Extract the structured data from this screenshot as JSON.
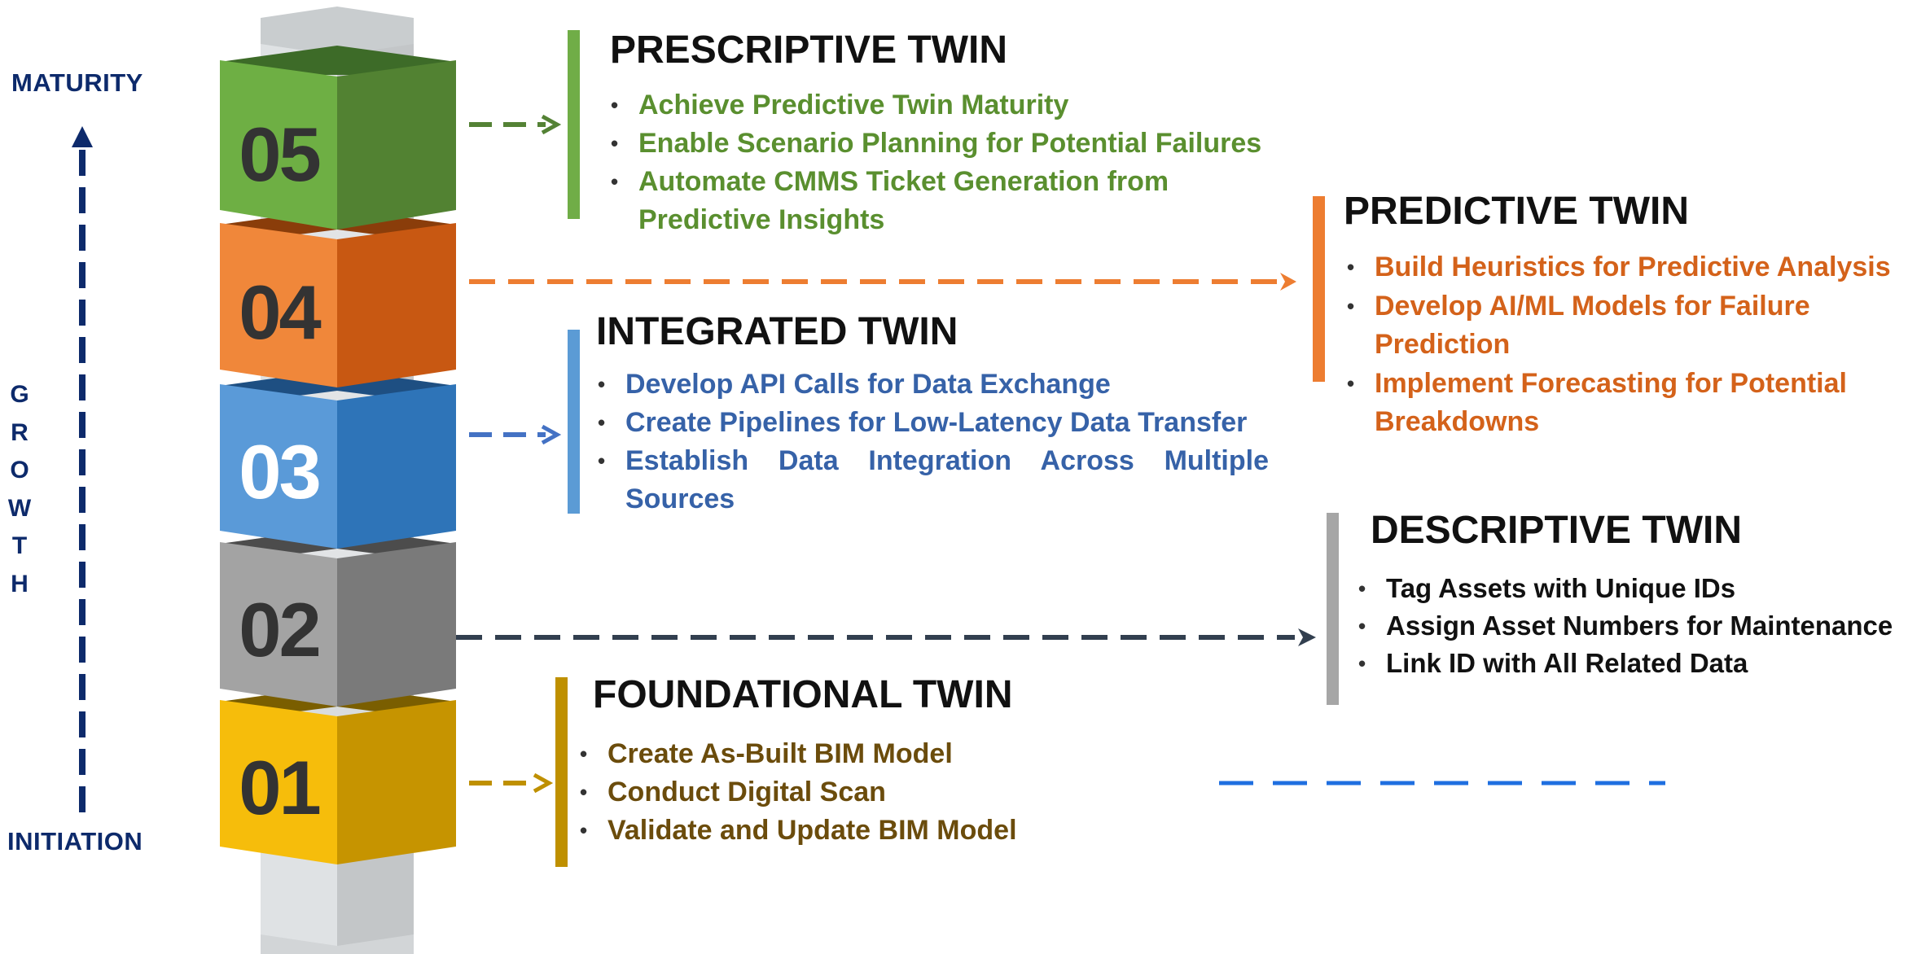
{
  "axis": {
    "top_label": "MATURITY",
    "bottom_label": "INITIATION",
    "growth_letters": [
      "G",
      "R",
      "O",
      "W",
      "T",
      "H"
    ]
  },
  "steps": [
    {
      "number": "05",
      "title": "PRESCRIPTIVE TWIN",
      "color": "#5a9a3c",
      "text_color": "#5a8f2f",
      "items": [
        "Achieve Predictive Twin Maturity",
        "Enable Scenario Planning for Potential Failures",
        "Automate CMMS Ticket Generation from Predictive Insights"
      ]
    },
    {
      "number": "04",
      "title": "PREDICTIVE TWIN",
      "color": "#e97c2e",
      "text_color": "#d4621a",
      "items": [
        "Build Heuristics for Predictive Analysis",
        "Develop AI/ML Models for Failure Prediction",
        "Implement Forecasting for Potential Breakdowns"
      ]
    },
    {
      "number": "03",
      "title": "INTEGRATED TWIN",
      "color": "#3d86c6",
      "text_color": "#3662a8",
      "items": [
        "Develop API Calls for Data Exchange",
        "Create Pipelines for Low-Latency Data Transfer",
        "Establish Data Integration Across Multiple Sources"
      ]
    },
    {
      "number": "02",
      "title": "DESCRIPTIVE TWIN",
      "color": "#8d8d8d",
      "text_color": "#111111",
      "items": [
        "Tag Assets with Unique IDs",
        "Assign Asset Numbers for Maintenance",
        "Link ID with All Related Data"
      ]
    },
    {
      "number": "01",
      "title": "FOUNDATIONAL TWIN",
      "color": "#e3a900",
      "text_color": "#6b4c0c",
      "items": [
        "Create As-Built BIM Model",
        "Conduct Digital Scan",
        "Validate and Update BIM Model"
      ]
    }
  ]
}
